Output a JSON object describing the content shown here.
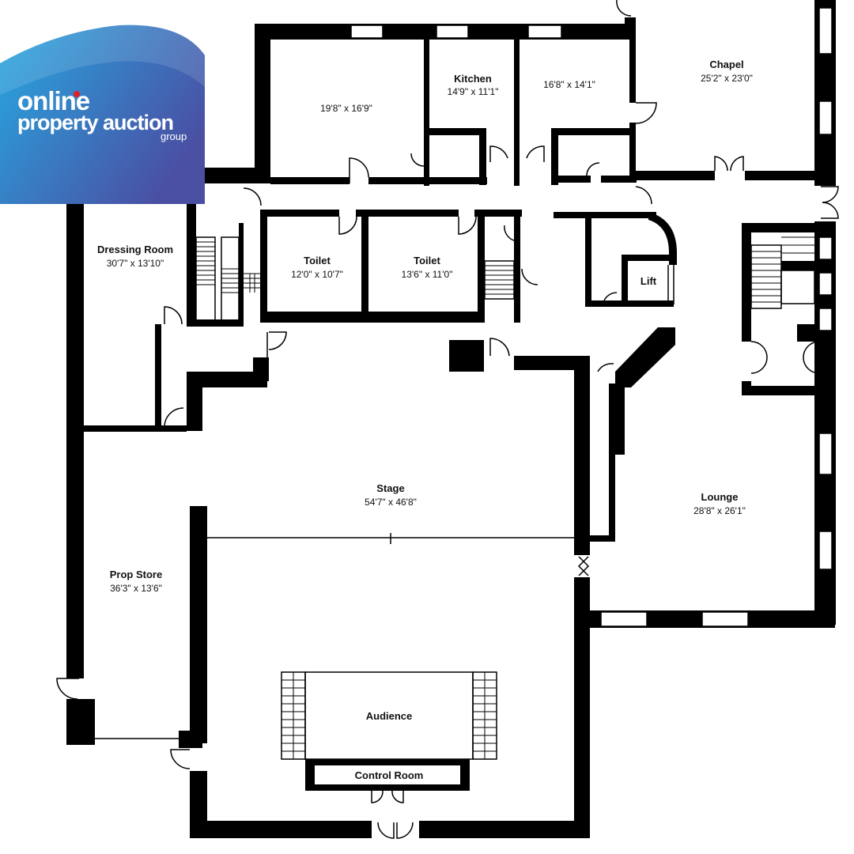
{
  "logo": {
    "line1": "online",
    "line2": "property auction",
    "line3": "group",
    "gradient_start": "#27a9e1",
    "gradient_end": "#4a4fa3",
    "dot_color": "#e11d2a"
  },
  "rooms": {
    "room_a": {
      "name": "",
      "dim": "19'8\" x 16'9\""
    },
    "kitchen": {
      "name": "Kitchen",
      "dim": "14'9\" x 11'1\""
    },
    "room_b": {
      "name": "",
      "dim": "16'8\" x 14'1\""
    },
    "chapel": {
      "name": "Chapel",
      "dim": "25'2\" x 23'0\""
    },
    "dressing": {
      "name": "Dressing Room",
      "dim": "30'7\" x 13'10\""
    },
    "toilet1": {
      "name": "Toilet",
      "dim": "12'0\" x 10'7\""
    },
    "toilet2": {
      "name": "Toilet",
      "dim": "13'6\" x 11'0\""
    },
    "lift": {
      "name": "Lift"
    },
    "stage": {
      "name": "Stage",
      "dim": "54'7\" x 46'8\""
    },
    "lounge": {
      "name": "Lounge",
      "dim": "28'8\" x 26'1\""
    },
    "prop": {
      "name": "Prop Store",
      "dim": "36'3\" x 13'6\""
    },
    "audience": {
      "name": "Audience"
    },
    "control": {
      "name": "Control Room"
    }
  }
}
